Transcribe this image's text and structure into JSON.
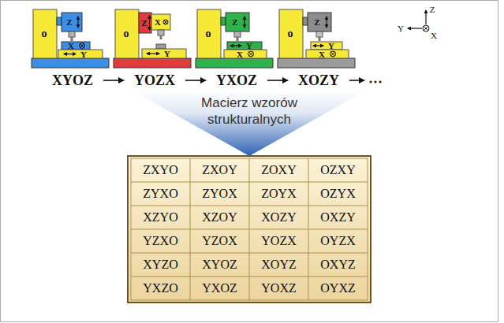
{
  "diagram": {
    "nodes": [
      {
        "text": [
          "XYOZ"
        ]
      },
      {
        "text": [
          "YOZX"
        ]
      },
      {
        "text": [
          "YXOZ"
        ]
      },
      {
        "text": [
          "XOZY"
        ]
      },
      {
        "text": [
          "Macierz wzorów strukturalnych"
        ]
      }
    ],
    "edges": [
      {
        "from": 0,
        "to": 1,
        "arrow": "to"
      },
      {
        "from": 1,
        "to": 2,
        "arrow": "to"
      },
      {
        "from": 2,
        "to": 3,
        "arrow": "to"
      }
    ],
    "labels": [
      "o",
      "Z",
      "X",
      "Y",
      "o",
      "Z",
      "X",
      "Y",
      "o",
      "Z",
      "Y",
      "X",
      "o",
      "Z",
      "Y",
      "X",
      "Z",
      "Y",
      "X",
      "⋯",
      "ZXYO",
      "ZXOY",
      "ZOXY",
      "OZXY",
      "ZYXO",
      "ZYOX",
      "ZOYX",
      "OZYX",
      "XZYO",
      "XZOY",
      "XOZY",
      "OXZY",
      "YZXO",
      "YZOX",
      "YOZX",
      "OYZX",
      "XYZO",
      "XYOZ",
      "XOYZ",
      "OXYZ",
      "YXZO",
      "YXOZ",
      "YOXZ",
      "OYXZ"
    ]
  }
}
